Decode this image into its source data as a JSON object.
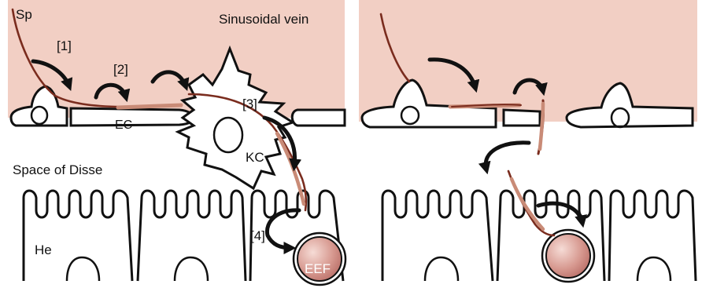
{
  "colors": {
    "blood": "#f2cfc4",
    "sporozoite": "#7a2c1e",
    "sporozoite_light": "#c98b77",
    "eef_fill": "#c97f78",
    "outline": "#111111"
  },
  "labels": {
    "sp": "Sp",
    "step1": "[1]",
    "step2": "[2]",
    "step3": "[3]",
    "step4": "[4]",
    "sinusoidal_vein": "Sinusoidal vein",
    "ec": "EC",
    "kc": "KC",
    "space_of_disse": "Space of Disse",
    "he": "He",
    "eef": "EEF"
  }
}
